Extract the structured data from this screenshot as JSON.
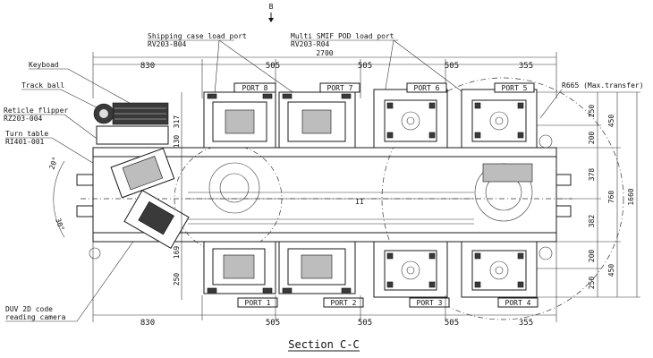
{
  "view_marker": "B",
  "section_title": "Section C-C",
  "top_labels": {
    "shipping_case": {
      "title": "Shipping case load port",
      "code": "RV203-B04"
    },
    "smif_pod": {
      "title": "Multi SMIF POD load port",
      "code": "RV203-R04"
    }
  },
  "left_labels": {
    "keyboard": "Keyboad",
    "trackball": "Track ball",
    "reticle_flipper": {
      "title": "Reticle flipper",
      "code": "RZ203-004"
    },
    "turn_table": {
      "title": "Turn table",
      "code": "RI401-001"
    },
    "camera": {
      "line1": "DUV 2D code",
      "line2": "reading camera"
    }
  },
  "right_label": "R665 (Max.transfer)",
  "ports_top": [
    "PORT 8",
    "PORT 7",
    "PORT 6",
    "PORT 5"
  ],
  "ports_bottom": [
    "PORT 1",
    "PORT 2",
    "PORT 3",
    "PORT 4"
  ],
  "dims_top": {
    "total": "2700",
    "segments": [
      "830",
      "505",
      "505",
      "505",
      "355"
    ]
  },
  "dims_bottom": {
    "segments": [
      "830",
      "505",
      "505",
      "505",
      "355"
    ]
  },
  "dims_right": {
    "inner": [
      "250",
      "200",
      "378",
      "382",
      "200",
      "250"
    ],
    "mid": [
      "450",
      "760",
      "450"
    ],
    "outer": "1660"
  },
  "dims_left": [
    "317",
    "130",
    "169",
    "250"
  ],
  "angles": [
    "20°",
    "30°"
  ],
  "center_mark": "II"
}
